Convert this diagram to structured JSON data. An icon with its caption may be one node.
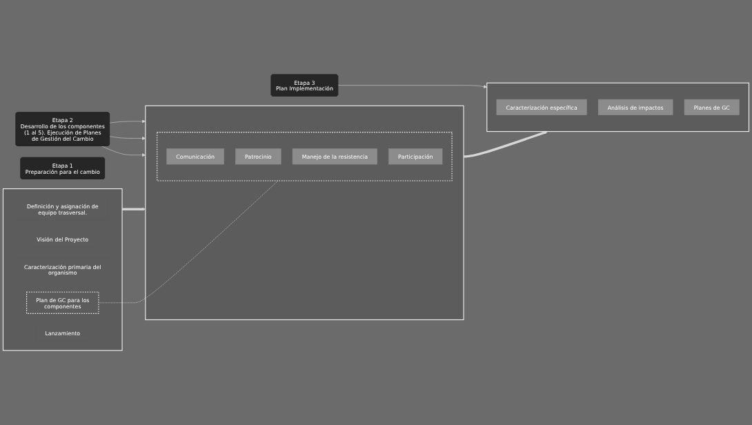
{
  "diagram": {
    "nodes": [
      {
        "text": [
          "Etapa 1",
          "Preparación para el cambio"
        ]
      },
      {
        "text": [
          "Etapa 2",
          "Desarrollo de los componentes (1 al 5). Ejecución de Planes de Gestión del Cambio"
        ]
      },
      {
        "text": [
          "Etapa 3",
          "Plan Implementación"
        ]
      },
      {
        "text": [],
        "shape": "box"
      },
      {
        "text": [
          "Definición y asignación de equipo trasversal."
        ],
        "in": 3
      },
      {
        "text": [
          "Visión del Proyecto"
        ],
        "in": 3
      },
      {
        "text": [
          "Caracterización primaria del organismo"
        ],
        "in": 3
      },
      {
        "text": [
          "Plan de GC para los componentes"
        ],
        "in": 3
      },
      {
        "text": [
          "Lanzamiento"
        ],
        "in": 3
      },
      {
        "text": [],
        "shape": "box"
      },
      {
        "text": [],
        "shape": "box",
        "in": 9
      },
      {
        "text": [
          "Comunicación"
        ],
        "in": 10
      },
      {
        "text": [
          "Patrocinio"
        ],
        "in": 10
      },
      {
        "text": [
          "Manejo de la resistencia"
        ],
        "in": 10
      },
      {
        "text": [
          "Participación"
        ],
        "in": 10
      },
      {
        "text": [],
        "shape": "box"
      },
      {
        "text": [
          "Caracterización específica"
        ],
        "in": 15
      },
      {
        "text": [
          "Análisis de impactos"
        ],
        "in": 15
      },
      {
        "text": [
          "Planes de GC"
        ],
        "in": 15
      }
    ],
    "edges": [
      {
        "from": 1,
        "to": 9,
        "arrow": "to"
      },
      {
        "from": 1,
        "to": 9,
        "arrow": "to"
      },
      {
        "from": 1,
        "to": 9,
        "arrow": "to"
      },
      {
        "from": 2,
        "to": 15,
        "arrow": "to"
      },
      {
        "from": 3,
        "to": 9,
        "arrow": "to",
        "style": "thick"
      },
      {
        "from": 9,
        "to": 15,
        "arrow": "to",
        "style": "thick"
      },
      {
        "from": 7,
        "to": 10,
        "arrow": "none",
        "style": "dashed",
        "color": "#ffffff"
      }
    ]
  }
}
